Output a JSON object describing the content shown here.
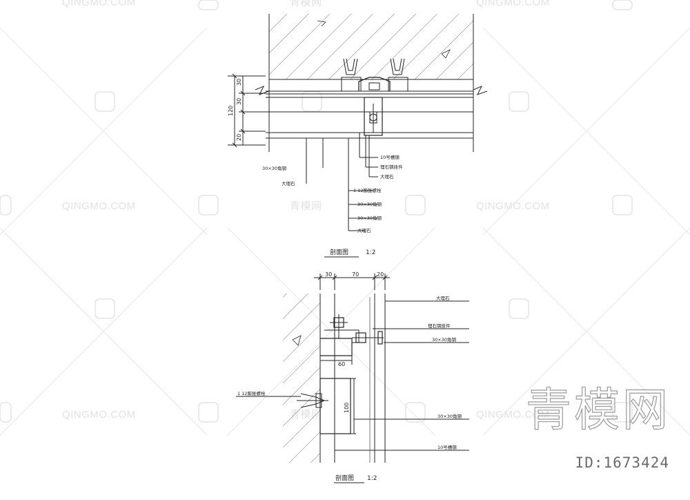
{
  "top_section": {
    "title": "剖面图",
    "scale": "1:2",
    "dimensions": [
      "30",
      "30",
      "20"
    ],
    "total_dimension": "120",
    "labels": {
      "angle_left": "30×30角钢",
      "stone_left": "大理石",
      "channel": "10号槽钢",
      "connector": "理石钢挂件",
      "stone_mid": "大理石",
      "bolt": "1  12膨胀螺栓",
      "angle_a": "30×30角钢",
      "angle_b": "30×30角钢",
      "stone_bottom": "大理石"
    }
  },
  "bottom_section": {
    "title": "剖面图",
    "scale": "1:2",
    "dimensions": [
      "30",
      "70",
      "20"
    ],
    "dim_60": "60",
    "dim_100": "100",
    "labels": {
      "stone": "大理石",
      "connector": "理石钢挂件",
      "angle_a": "30×30角钢",
      "bolt": "1  12膨胀螺栓",
      "angle_b": "30×30角钢",
      "channel": "10号槽钢"
    }
  },
  "watermark": {
    "text": "QINGMO.COM",
    "brand": "青模网",
    "id": "ID:1673424"
  }
}
